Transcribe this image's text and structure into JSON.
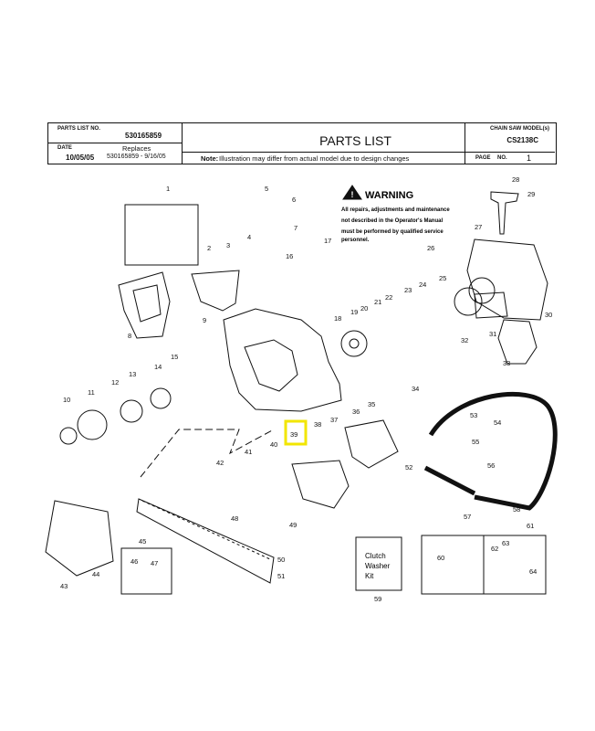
{
  "header": {
    "parts_list_no_label": "PARTS LIST NO.",
    "parts_list_no": "530165859",
    "date_label": "DATE",
    "date": "10/05/05",
    "replaces_label": "Replaces",
    "replaces": "530165859 - 9/16/05",
    "title": "PARTS LIST",
    "note_label": "Note:",
    "note_text": "Illustration may differ from actual model due to design changes",
    "model_label": "CHAIN SAW MODEL(s)",
    "model": "CS2138C",
    "page_label": "PAGE",
    "page_no_label": "NO.",
    "page_no": "1"
  },
  "warning": {
    "title": "WARNING",
    "text_lines": [
      "All repairs, adjustments and maintenance",
      "not described in the Operator's Manual",
      "must be performed by qualified  service",
      "personnel."
    ]
  },
  "kit": {
    "lines": [
      "Clutch",
      "Washer",
      "Kit"
    ],
    "number": "59"
  },
  "callouts": [
    "1",
    "2",
    "3",
    "4",
    "5",
    "6",
    "7",
    "8",
    "9",
    "10",
    "11",
    "12",
    "13",
    "14",
    "15",
    "16",
    "17",
    "18",
    "19",
    "20",
    "21",
    "22",
    "23",
    "24",
    "25",
    "26",
    "27",
    "28",
    "29",
    "30",
    "31",
    "32",
    "33",
    "34",
    "35",
    "36",
    "37",
    "38",
    "39",
    "40",
    "41",
    "42",
    "43",
    "44",
    "45",
    "46",
    "47",
    "48",
    "49",
    "50",
    "51",
    "52",
    "53",
    "54",
    "55",
    "56",
    "57",
    "58",
    "59",
    "60",
    "61",
    "62",
    "63",
    "64"
  ],
  "highlight": "39",
  "colors": {
    "highlight": "#f2e600",
    "line": "#111111"
  }
}
